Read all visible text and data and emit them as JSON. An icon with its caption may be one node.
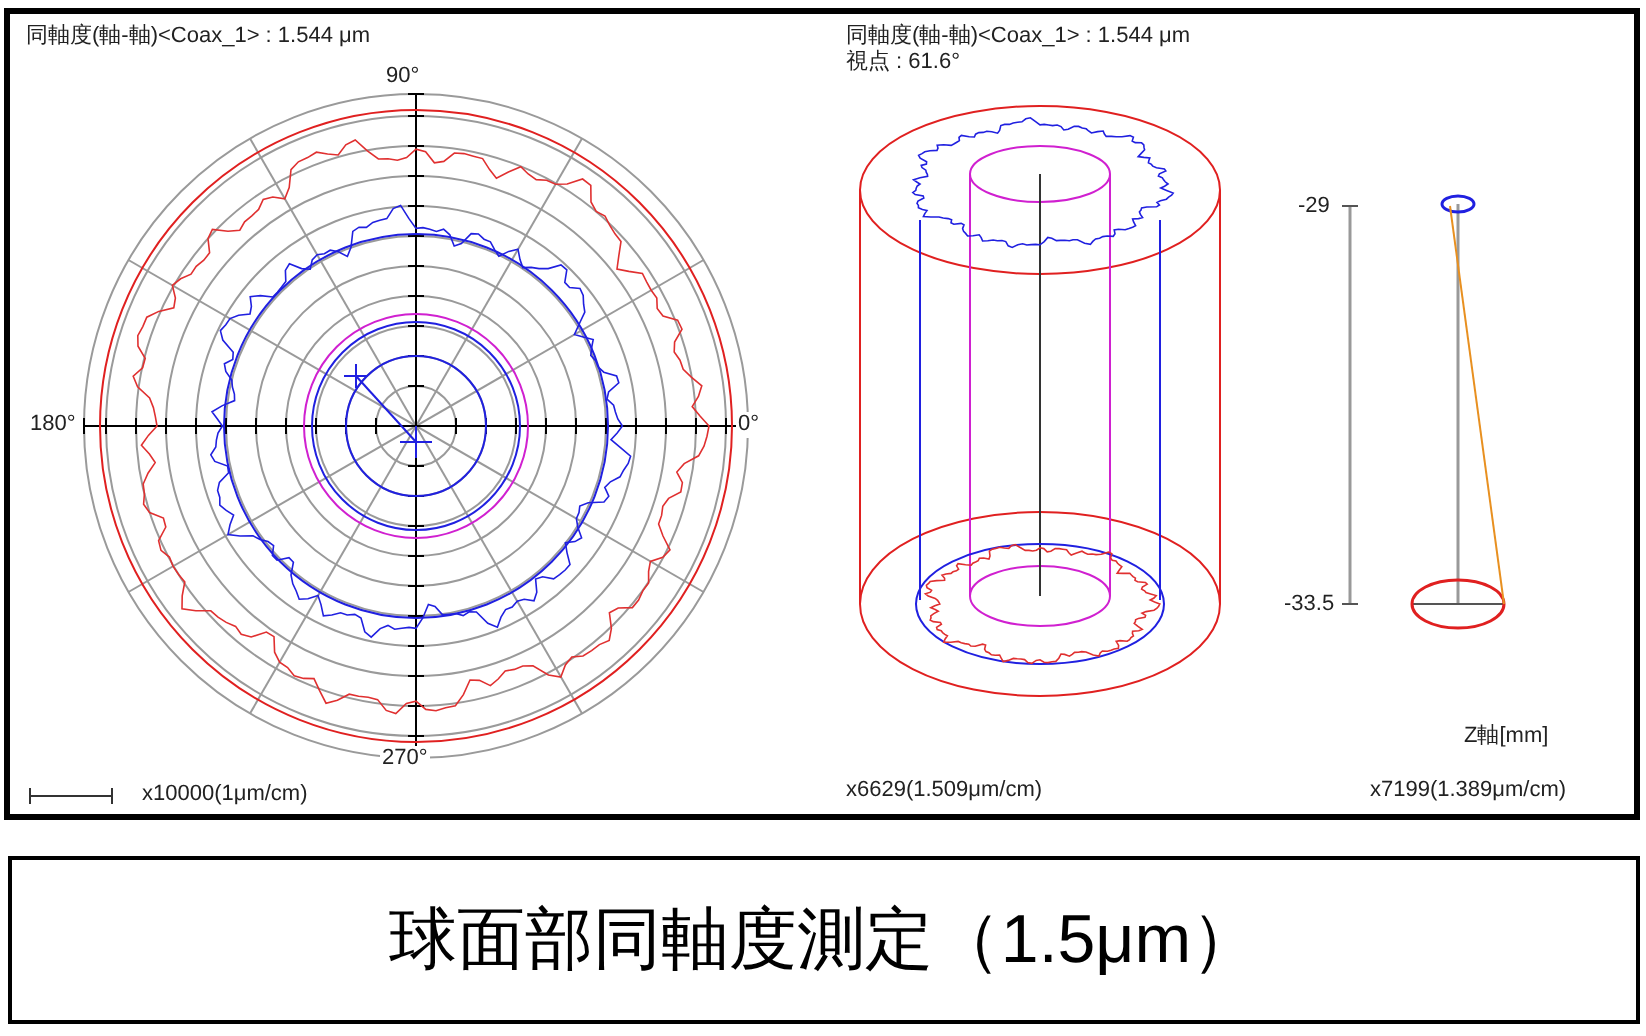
{
  "diagram": {
    "caption": "球面部同軸度測定（1.5μm）",
    "labels": [
      "同軸度(軸-軸)<Coax_1> : 1.544 μm",
      "90°",
      "同軸度(軸-軸)<Coax_1> : 1.544 μm",
      "視点 : 61.6°",
      "-29",
      "180°",
      "0°",
      "-33.5",
      "270°",
      "Z軸[mm]",
      "x10000(1μm/cm)",
      "x6629(1.509μm/cm)",
      "x7199(1.389μm/cm)"
    ]
  }
}
